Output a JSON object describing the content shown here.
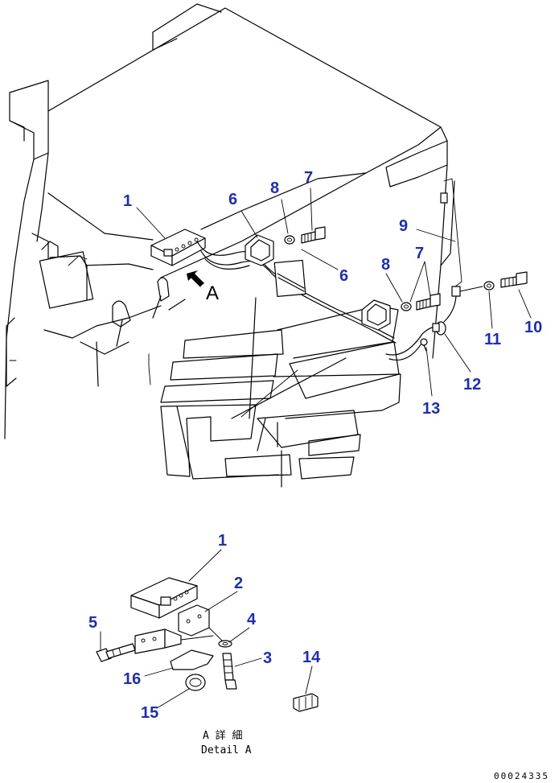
{
  "callouts": {
    "c1": "1",
    "c6a": "6",
    "c8a": "8",
    "c7a": "7",
    "c9": "9",
    "c6b": "6",
    "c8b": "8",
    "c7b": "7",
    "c11": "11",
    "c10": "10",
    "c12": "12",
    "c13": "13"
  },
  "view_marker": "A",
  "detail": {
    "callouts": {
      "d1": "1",
      "d2": "2",
      "d4": "4",
      "d5": "5",
      "d3": "3",
      "d16": "16",
      "d15": "15",
      "d14": "14"
    },
    "title_ja": "A 詳 細",
    "title_en": "Detail A"
  },
  "drawing_number": "00024335",
  "colors": {
    "callout": "#1f2fa8",
    "line": "#000000"
  }
}
